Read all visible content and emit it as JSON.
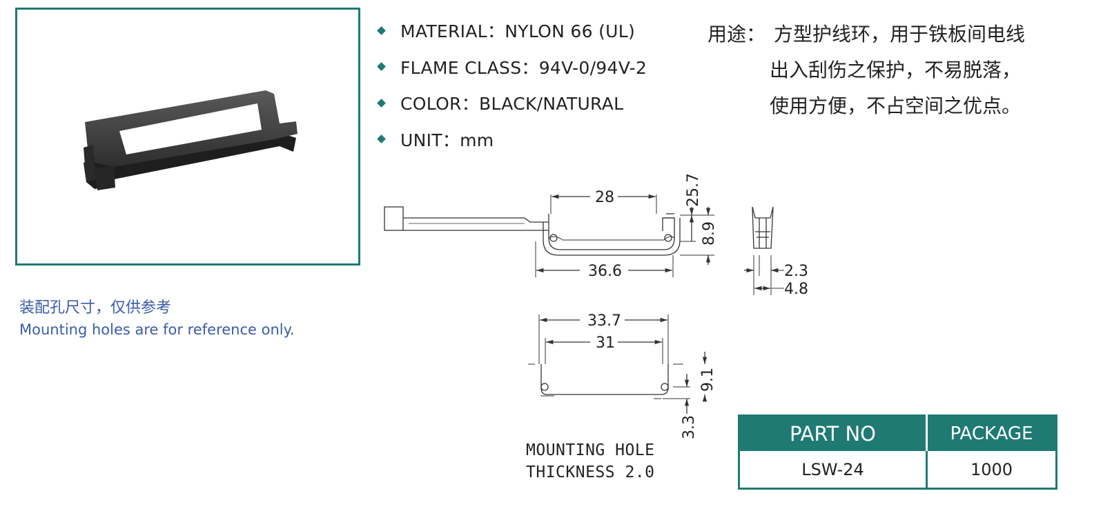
{
  "specs": [
    {
      "label": "MATERIAL：NYLON 66 (UL)"
    },
    {
      "label": "FLAME CLASS：94V-0/94V-2"
    },
    {
      "label": "COLOR：BLACK/NATURAL"
    },
    {
      "label": "UNIT：mm"
    }
  ],
  "usage": {
    "label": "用途：",
    "lines": [
      "方型护线环，用于铁板间电线",
      "出入刮伤之保护，不易脱落，",
      "使用方便，不占空间之优点。"
    ]
  },
  "note": {
    "cn": "装配孔尺寸，仅供参考",
    "en": "Mounting holes are for reference only."
  },
  "dimensions": {
    "top_width": "28",
    "overall_width": "36.6",
    "height_total": "25.7",
    "height_inner": "8.9",
    "side_a": "2.3",
    "side_b": "4.8",
    "hole_outer": "33.7",
    "hole_inner": "31",
    "hole_height": "9.1",
    "hole_offset": "3.3"
  },
  "caption": {
    "line1": "MOUNTING HOLE",
    "line2": "THICKNESS 2.0"
  },
  "table": {
    "headers": [
      "PART NO",
      "PACKAGE"
    ],
    "rows": [
      [
        "LSW-24",
        "1000"
      ]
    ]
  },
  "colors": {
    "accent": "#1f7a73",
    "note_text": "#3b5ba8"
  }
}
